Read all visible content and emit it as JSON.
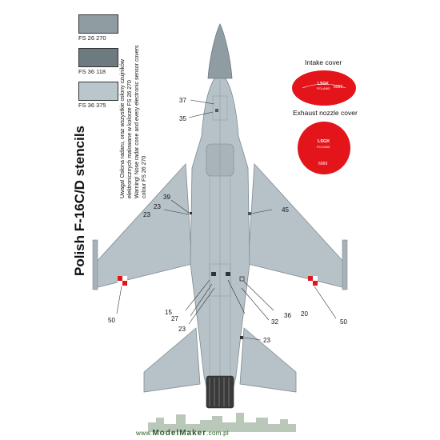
{
  "swatches": [
    {
      "label": "FS 26 270",
      "color": "#8f9da3"
    },
    {
      "label": "FS 36 118",
      "color": "#6d7b80"
    },
    {
      "label": "FS 36 375",
      "color": "#b9c6cc"
    }
  ],
  "title": "Polish F-16C/D stencils",
  "note_lines": [
    "Uwaga! Osłona radaru, oraz wszystkie osłony czujników",
    "elektronicznych malowane w kolorze FS 26 270",
    "Warning! Nose radar cone and every electronic sensor covers",
    "colour FS 26 270"
  ],
  "intake_cover": {
    "label": "Intake cover",
    "text1": "LSGK",
    "text2": "POLAND",
    "num": "6069"
  },
  "exhaust_cover": {
    "label": "Exhaust nozzle cover",
    "text1": "LSGK",
    "text2": "POLAND",
    "num": "6069"
  },
  "callouts": {
    "c37": "37",
    "c35": "35",
    "c39": "39",
    "c23a": "23",
    "c23b": "23",
    "c45": "45",
    "c50a": "50",
    "c15": "15",
    "c27": "27",
    "c23c": "23",
    "c36": "36",
    "c20": "20",
    "c32": "32",
    "c50b": "50",
    "c23d": "23"
  },
  "footer": {
    "prefix": "www.",
    "brand": "ModelMaker",
    "suffix": ".com.pl"
  },
  "colors": {
    "aircraft": "#b7c2c8",
    "radome": "#8f9da3",
    "panel": "#9aa6ac",
    "cover": "#e3151b"
  }
}
